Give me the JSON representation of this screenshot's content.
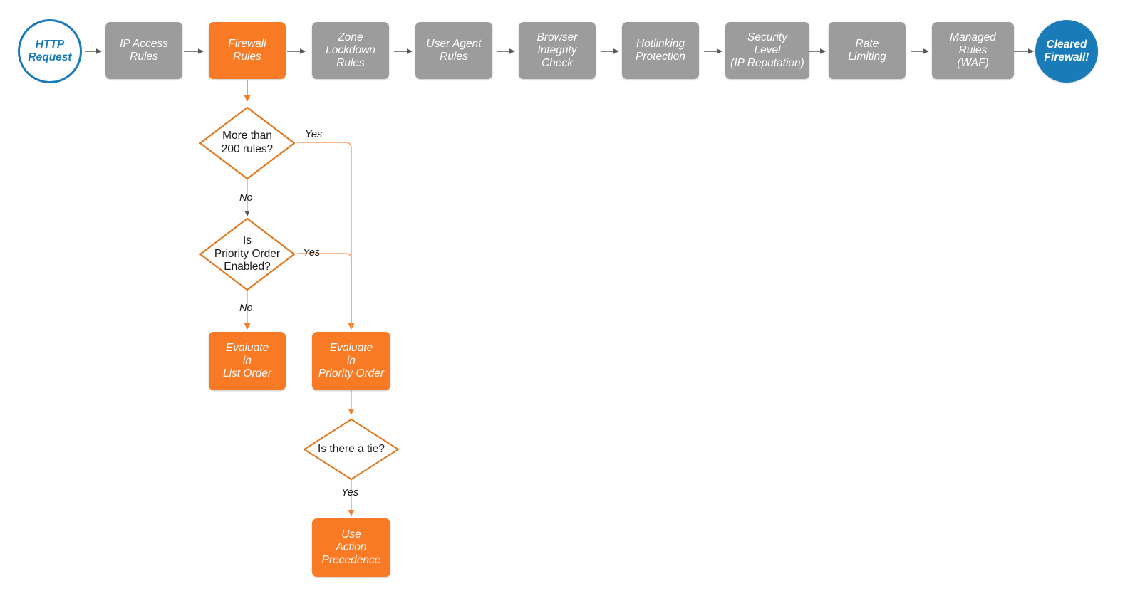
{
  "diagram": {
    "title": "Cloudflare firewall request evaluation order flowchart",
    "colors": {
      "gray": "#9c9c9c",
      "orange": "#f97a24",
      "blue": "#1a7bb9",
      "arrow_gray": "#5a5a5a",
      "arrow_orange": "#f97a24",
      "text_dark": "#1a1a1a",
      "background": "#ffffff"
    },
    "pipeline": [
      {
        "id": "http-request",
        "label": "HTTP\nRequest",
        "shape": "circle-outline",
        "color": "#1a7bb9"
      },
      {
        "id": "ip-access",
        "label": "IP Access\nRules",
        "shape": "rounded-rect",
        "color": "#9c9c9c"
      },
      {
        "id": "firewall-rules",
        "label": "Firewall\nRules",
        "shape": "rounded-rect",
        "color": "#f97a24"
      },
      {
        "id": "zone-lockdown",
        "label": "Zone\nLockdown\nRules",
        "shape": "rounded-rect",
        "color": "#9c9c9c"
      },
      {
        "id": "user-agent",
        "label": "User Agent\nRules",
        "shape": "rounded-rect",
        "color": "#9c9c9c"
      },
      {
        "id": "browser-check",
        "label": "Browser\nIntegrity\nCheck",
        "shape": "rounded-rect",
        "color": "#9c9c9c"
      },
      {
        "id": "hotlinking",
        "label": "Hotlinking\nProtection",
        "shape": "rounded-rect",
        "color": "#9c9c9c"
      },
      {
        "id": "security-level",
        "label": "Security\nLevel\n(IP Reputation)",
        "shape": "rounded-rect",
        "color": "#9c9c9c"
      },
      {
        "id": "rate-limiting",
        "label": "Rate\nLimiting",
        "shape": "rounded-rect",
        "color": "#9c9c9c"
      },
      {
        "id": "managed-rules",
        "label": "Managed\nRules\n(WAF)",
        "shape": "rounded-rect",
        "color": "#9c9c9c"
      },
      {
        "id": "cleared",
        "label": "Cleared\nFirewall!",
        "shape": "circle-filled",
        "color": "#1a7bb9"
      }
    ],
    "decisions": [
      {
        "id": "more-than-200-rules",
        "label": "More than\n200 rules?"
      },
      {
        "id": "priority-order-enabled",
        "label": "Is\nPriority Order\nEnabled?"
      },
      {
        "id": "is-there-a-tie",
        "label": "Is there a tie?"
      }
    ],
    "outcomes": [
      {
        "id": "evaluate-list-order",
        "label": "Evaluate\nin\nList Order"
      },
      {
        "id": "evaluate-priority-order",
        "label": "Evaluate\nin\nPriority Order"
      },
      {
        "id": "use-action-precedence",
        "label": "Use\nAction\nPrecedence"
      }
    ],
    "edge_labels": [
      {
        "id": "yes-more-than-200",
        "text": "Yes"
      },
      {
        "id": "no-more-than-200",
        "text": "No"
      },
      {
        "id": "yes-priority-order",
        "text": "Yes"
      },
      {
        "id": "no-priority-order",
        "text": "No"
      },
      {
        "id": "yes-tie",
        "text": "Yes"
      }
    ]
  }
}
